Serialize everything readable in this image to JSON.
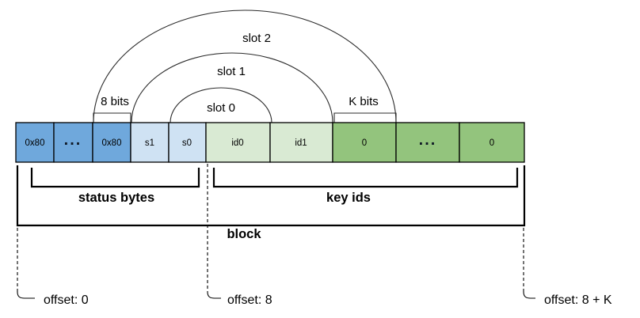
{
  "colors": {
    "status_byte_fill": "#6fa8dc",
    "slot_status_fill": "#cfe2f3",
    "key_id_fill": "#d9ead3",
    "key_zero_fill": "#93c47d",
    "line": "#000000"
  },
  "slots": {
    "slot0": "slot 0",
    "slot1": "slot 1",
    "slot2": "slot 2"
  },
  "bits": {
    "status_width": "8 bits",
    "key_width": "K bits"
  },
  "cells": [
    {
      "label": "0x80",
      "color": "#6fa8dc"
    },
    {
      "label": "...",
      "color": "#6fa8dc"
    },
    {
      "label": "0x80",
      "color": "#6fa8dc"
    },
    {
      "label": "s1",
      "color": "#cfe2f3"
    },
    {
      "label": "s0",
      "color": "#cfe2f3"
    },
    {
      "label": "id0",
      "color": "#d9ead3"
    },
    {
      "label": "id1",
      "color": "#d9ead3"
    },
    {
      "label": "0",
      "color": "#93c47d"
    },
    {
      "label": "...",
      "color": "#93c47d"
    },
    {
      "label": "0",
      "color": "#93c47d"
    }
  ],
  "groups": {
    "status": "status bytes",
    "key_ids": "key ids",
    "block": "block"
  },
  "offsets": {
    "start": "offset: 0",
    "middle": "offset: 8",
    "end": "offset: 8 + K"
  }
}
